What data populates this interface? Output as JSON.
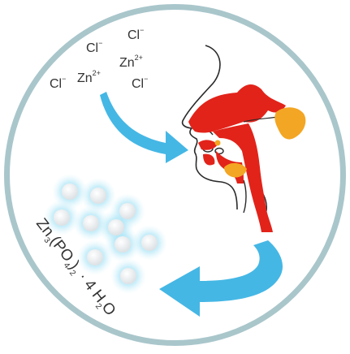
{
  "ions": [
    {
      "base": "Cl",
      "charge": "−"
    },
    {
      "base": "Cl",
      "charge": "−"
    },
    {
      "base": "Zn",
      "charge": "2+"
    },
    {
      "base": "Zn",
      "charge": "2+"
    },
    {
      "base": "Cl",
      "charge": "−"
    },
    {
      "base": "Cl",
      "charge": "−"
    }
  ],
  "formula": {
    "parts": [
      "Zn",
      "3",
      "(PO",
      "4",
      ")",
      "2",
      " · 4 H",
      "2",
      "O"
    ]
  },
  "colors": {
    "ring": "#a9c6cb",
    "arrow": "#45b7e5",
    "nerve": "#e2231a",
    "bulb": "#f3a623",
    "outline": "#2a2a2a",
    "particle_glow": "#7fd6f2",
    "particle_core": "#e4e7ea"
  },
  "icons": [
    "inhalation-arrow-icon",
    "deposition-arrow-icon",
    "head-profile-icon",
    "nanoparticle-cluster-icon"
  ]
}
